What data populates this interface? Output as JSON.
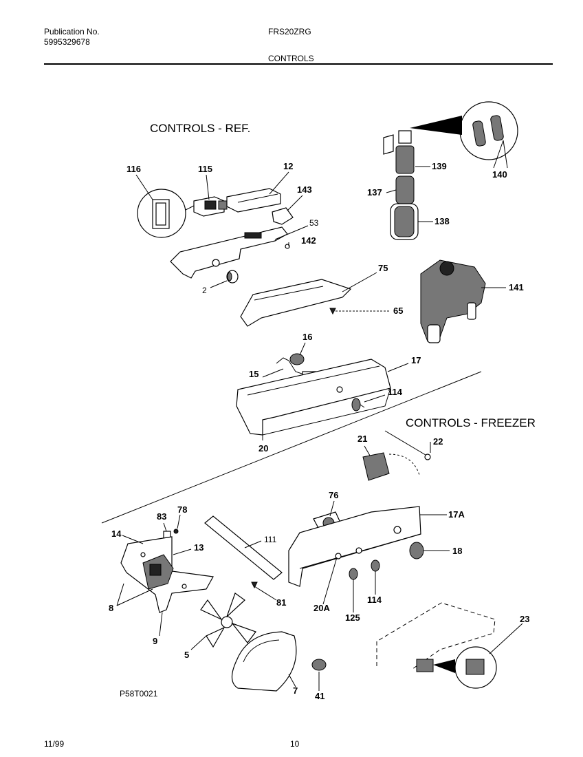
{
  "header": {
    "publication_label": "Publication No.",
    "publication_number": "5995329678",
    "model": "FRS20ZRG",
    "section_title": "CONTROLS"
  },
  "diagram": {
    "section_ref": "CONTROLS - REF.",
    "section_freezer": "CONTROLS - FREEZER",
    "drawing_code": "P58T0021",
    "labels": {
      "p116": "116",
      "p115": "115",
      "p12": "12",
      "p143": "143",
      "p53": "53",
      "p142": "142",
      "p2": "2",
      "p75": "75",
      "p65": "65",
      "p139": "139",
      "p140": "140",
      "p137": "137",
      "p138": "138",
      "p141": "141",
      "p16": "16",
      "p17": "17",
      "p15": "15",
      "p114a": "114",
      "p20": "20",
      "p22": "22",
      "p21": "21",
      "p76": "76",
      "p17a": "17A",
      "p18": "18",
      "p83": "83",
      "p78": "78",
      "p14": "14",
      "p13": "13",
      "p111": "111",
      "p8": "8",
      "p81": "81",
      "p20a": "20A",
      "p125": "125",
      "p114b": "114",
      "p9": "9",
      "p5": "5",
      "p23": "23",
      "p7": "7",
      "p41": "41"
    }
  },
  "footer": {
    "date": "11/99",
    "page": "10"
  }
}
